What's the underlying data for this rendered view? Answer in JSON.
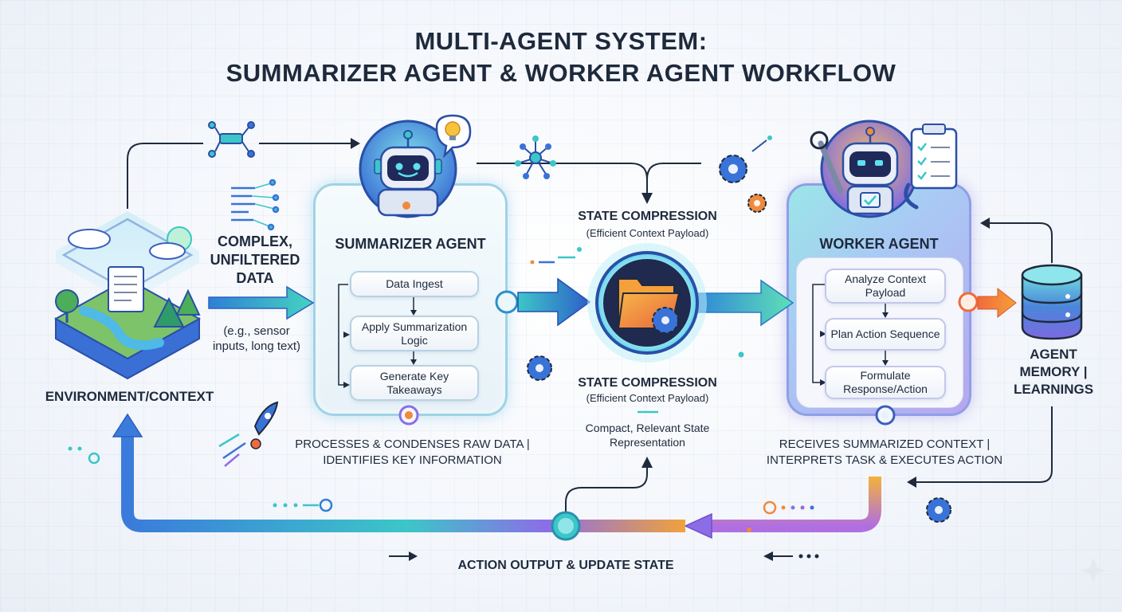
{
  "title": {
    "line1": "MULTI-AGENT SYSTEM:",
    "line2": "SUMMARIZER AGENT & WORKER AGENT WORKFLOW"
  },
  "environment": {
    "label": "ENVIRONMENT/CONTEXT",
    "data_label": "COMPLEX, UNFILTERED DATA",
    "data_note": "(e.g., sensor inputs, long text)"
  },
  "summarizer": {
    "title": "SUMMARIZER AGENT",
    "steps": [
      "Data Ingest",
      "Apply Summarization Logic",
      "Generate Key Takeaways"
    ],
    "caption": "PROCESSES & CONDENSES RAW DATA | IDENTIFIES KEY INFORMATION"
  },
  "state": {
    "top_title": "STATE COMPRESSION",
    "top_subtitle": "(Efficient Context Payload)",
    "bottom_title": "STATE COMPRESSION",
    "bottom_subtitle": "(Efficient Context Payload)",
    "caption": "Compact, Relevant State Representation"
  },
  "worker": {
    "title": "WORKER AGENT",
    "steps": [
      "Analyze Context Payload",
      "Plan Action Sequence",
      "Formulate Response/Action"
    ],
    "caption": "RECEIVES SUMMARIZED CONTEXT | INTERPRETS TASK & EXECUTES ACTION"
  },
  "memory": {
    "label": "AGENT MEMORY | LEARNINGS"
  },
  "feedback": {
    "label": "ACTION OUTPUT & UPDATE STATE"
  },
  "colors": {
    "teal": "#3cc6c8",
    "blue": "#3a73d8",
    "purple": "#8b6ee6",
    "orange": "#f08a3c",
    "dark": "#1f2a3d"
  },
  "icons": [
    "landscape-icon",
    "robot-icon",
    "lightbulb-icon",
    "folder-gear-icon",
    "gear-icon",
    "database-icon",
    "clipboard-icon",
    "rocket-icon",
    "network-icon",
    "wrench-icon"
  ]
}
